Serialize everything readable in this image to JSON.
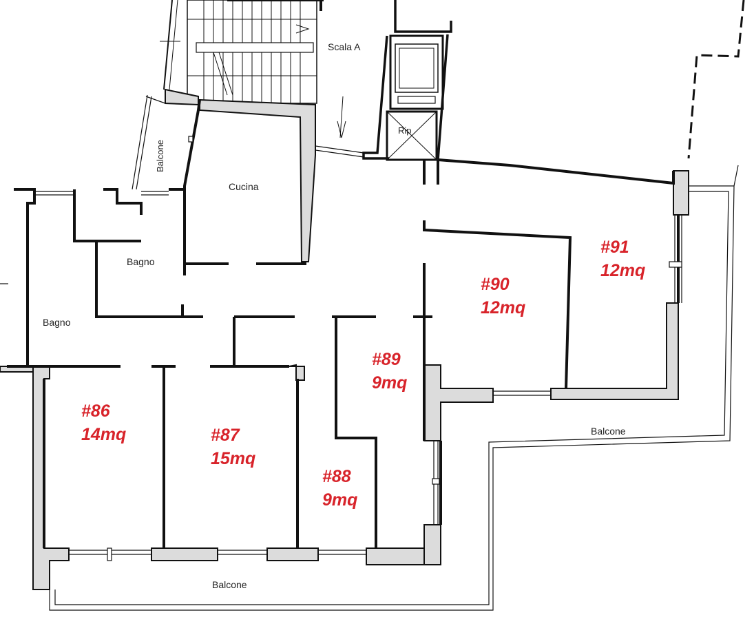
{
  "labels": {
    "scala": "Scala A",
    "rip": "Rip",
    "cucina": "Cucina",
    "bagno_upper": "Bagno",
    "bagno_left": "Bagno",
    "balcone_vertical": "Balcone",
    "balcone_right": "Balcone",
    "balcone_bottom": "Balcone"
  },
  "rooms": [
    {
      "id": "#86",
      "area": "14mq"
    },
    {
      "id": "#87",
      "area": "15mq"
    },
    {
      "id": "#88",
      "area": "9mq"
    },
    {
      "id": "#89",
      "area": "9mq"
    },
    {
      "id": "#90",
      "area": "12mq"
    },
    {
      "id": "#91",
      "area": "12mq"
    }
  ],
  "colors": {
    "wall": "#111111",
    "wall_fill": "#dcdcdc",
    "room_label": "#d8232a"
  }
}
